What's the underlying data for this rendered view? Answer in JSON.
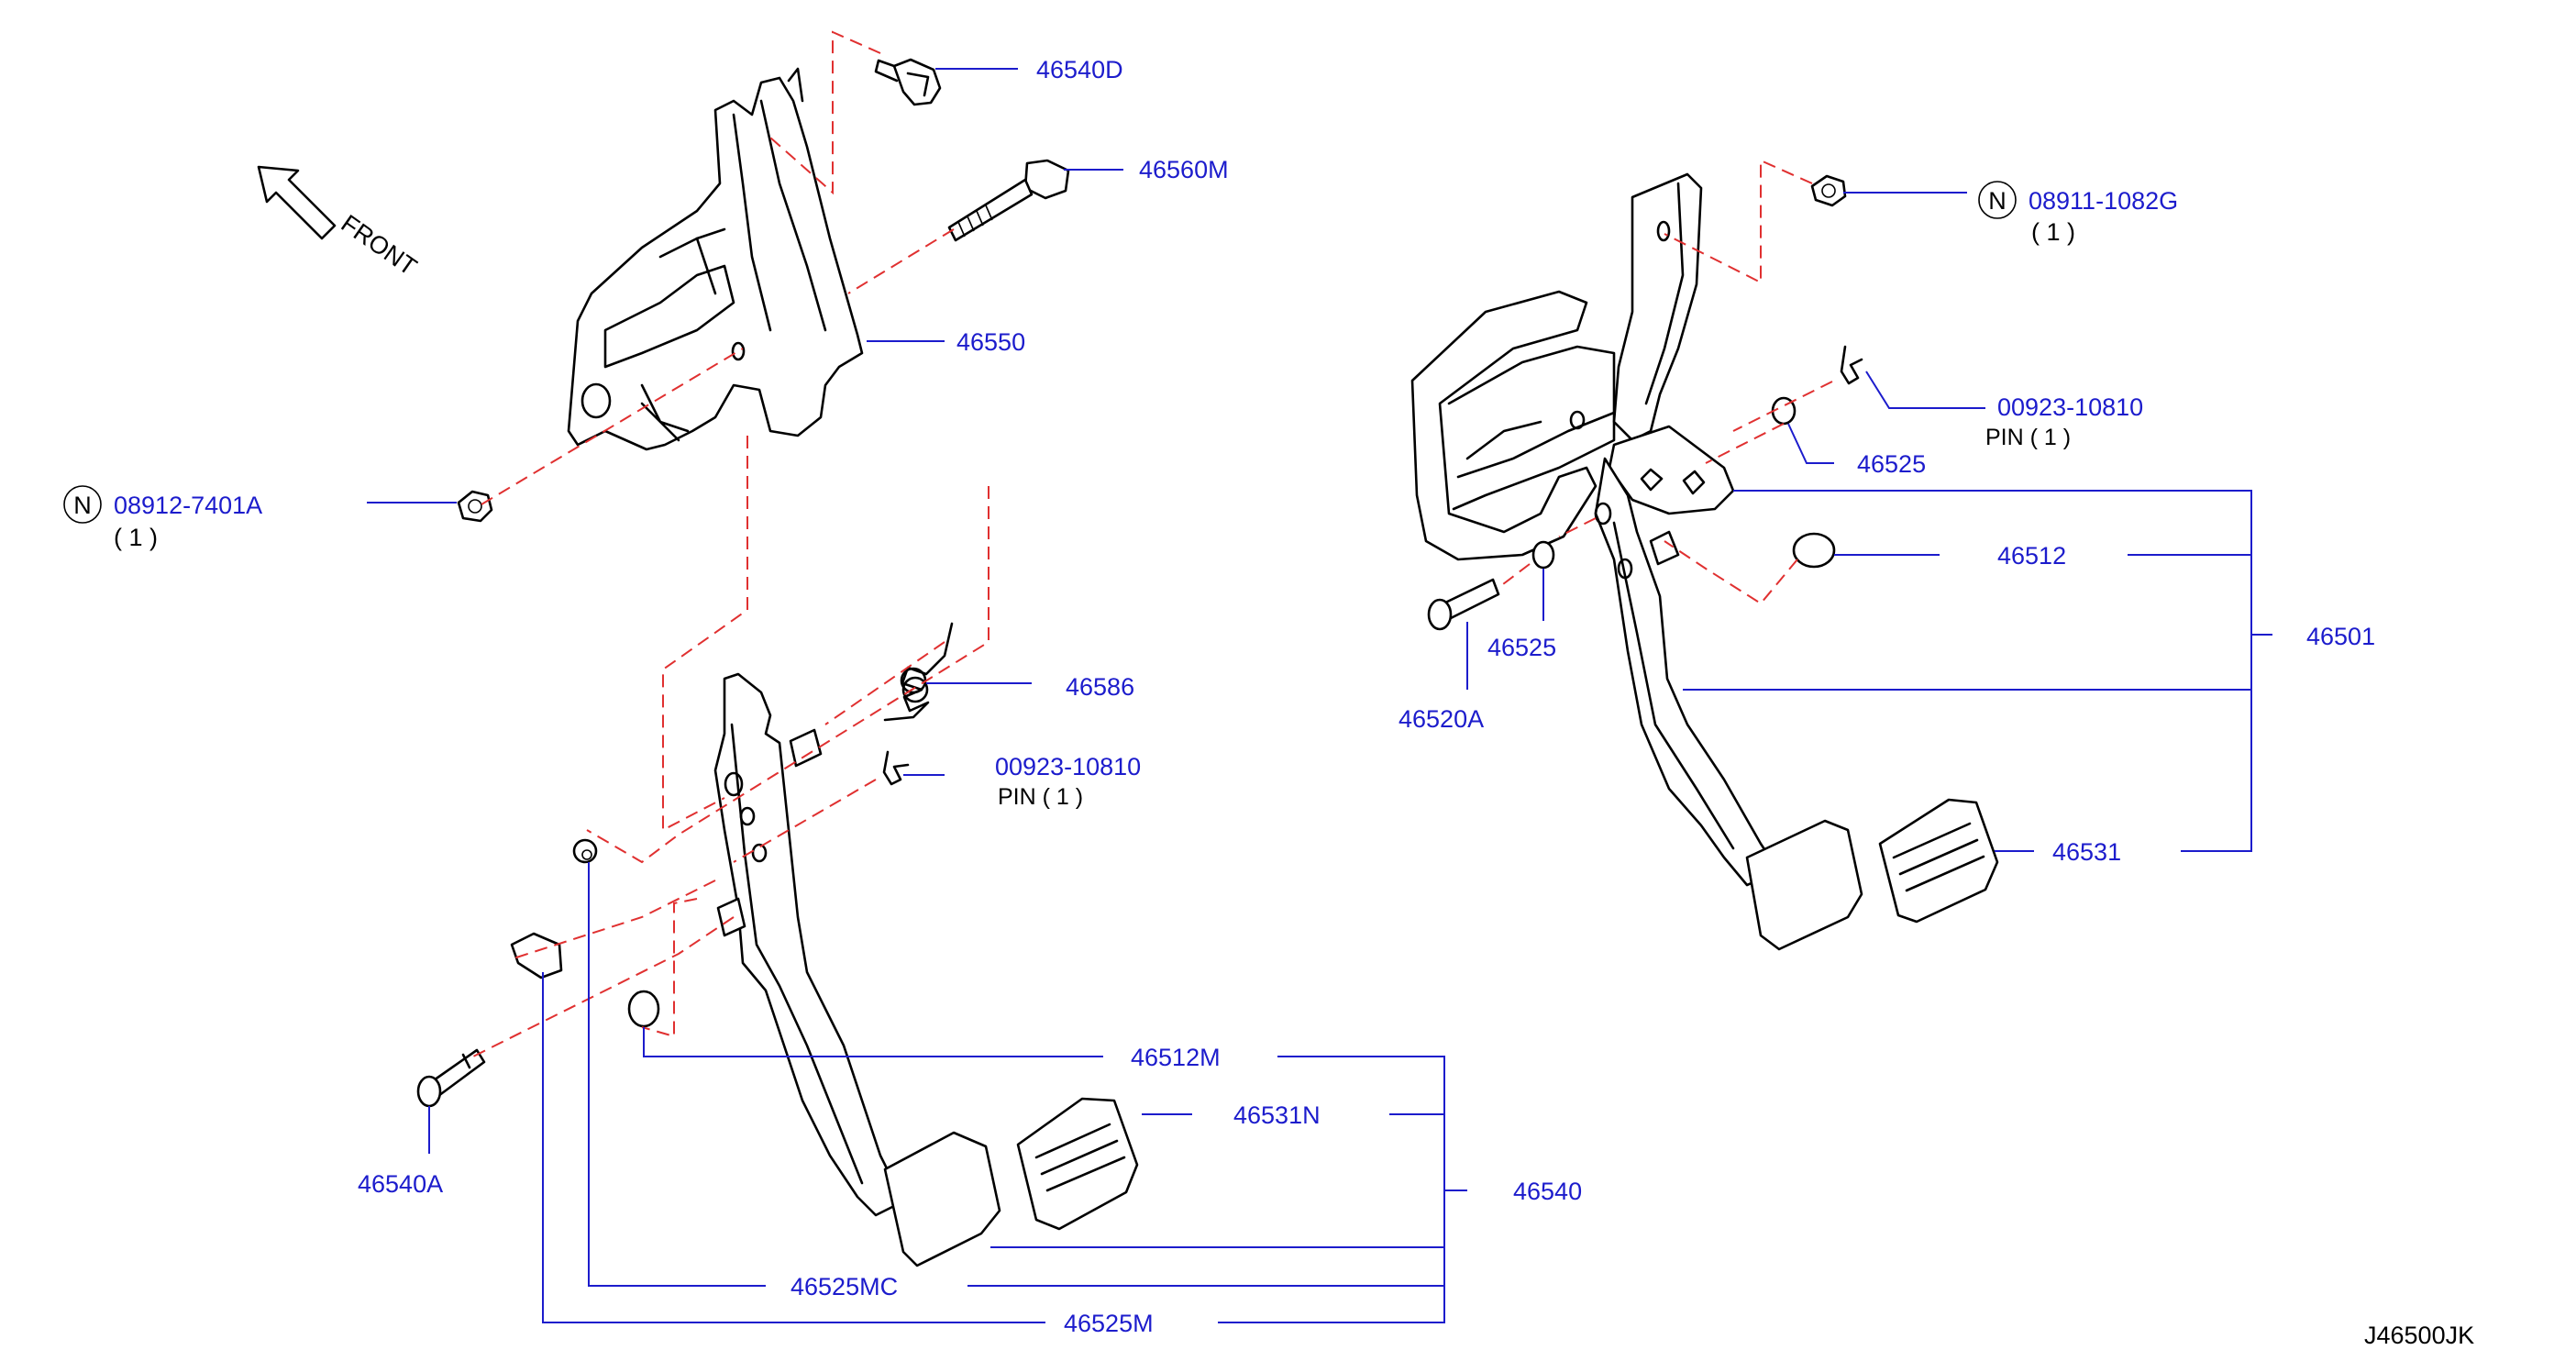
{
  "diagram_code": "J46500JK",
  "direction_label": "FRONT",
  "labels": {
    "p46540D": "46540D",
    "p46560M": "46560M",
    "p46550": "46550",
    "p08912": "08912-7401A",
    "p08912_qty": "( 1 )",
    "p08911": "08911-1082G",
    "p08911_qty": "( 1 )",
    "p00923_right": "00923-10810",
    "p00923_right_sub": "PIN    ( 1 )",
    "p46525_right_top": "46525",
    "p46512": "46512",
    "p46501": "46501",
    "p46525_right_low": "46525",
    "p46520A": "46520A",
    "p46531": "46531",
    "p46586": "46586",
    "p00923_left": "00923-10810",
    "p00923_left_sub": "PIN    ( 1 )",
    "p46512M": "46512M",
    "p46531N": "46531N",
    "p46540": "46540",
    "p46540A": "46540A",
    "p46525MC": "46525MC",
    "p46525M": "46525M",
    "n_symbol": "N"
  }
}
